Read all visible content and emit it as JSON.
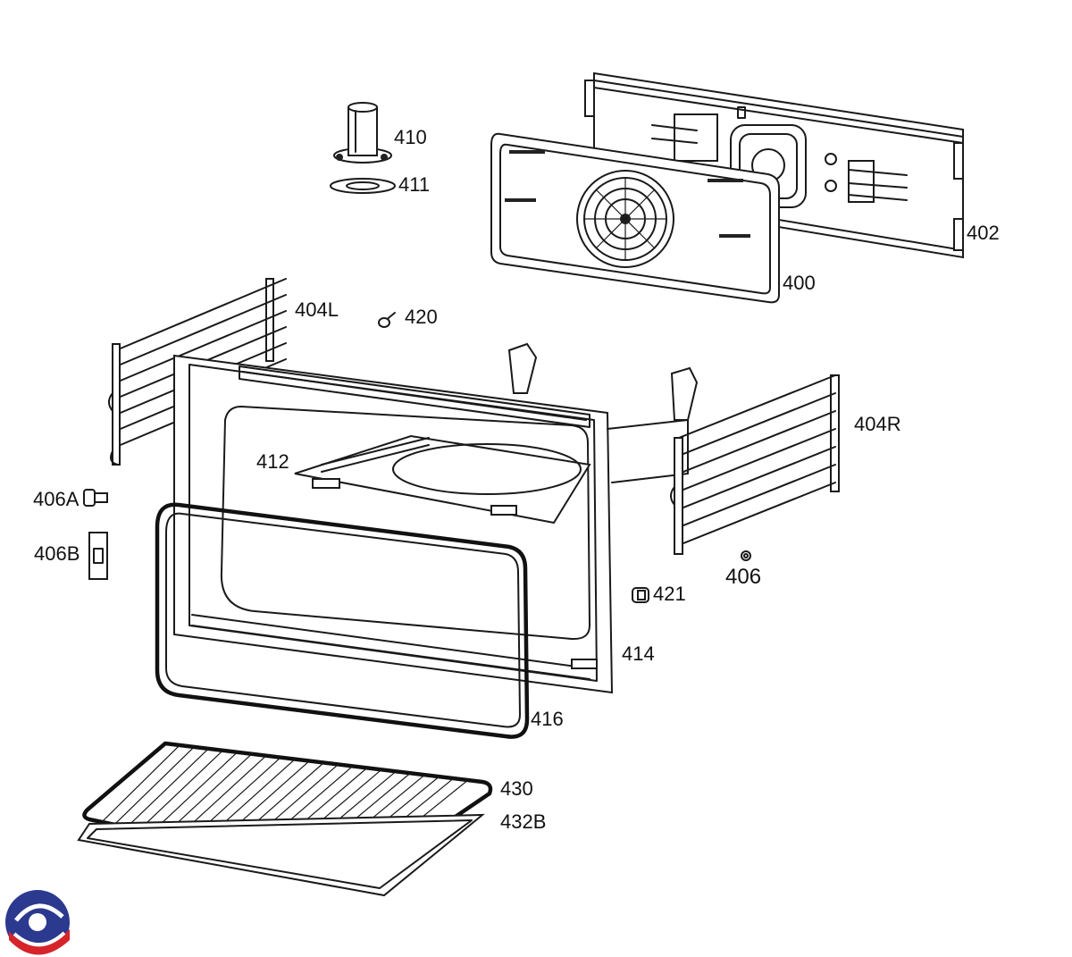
{
  "diagram": {
    "brand_colors": {
      "blue": "#2b3a8f",
      "red": "#d6242a"
    },
    "parts": [
      {
        "id": "400",
        "label": "400",
        "icon": "fan-cover-panel"
      },
      {
        "id": "402",
        "label": "402",
        "icon": "rear-wall-panel"
      },
      {
        "id": "404L",
        "label": "404L",
        "icon": "left-shelf-support"
      },
      {
        "id": "404R",
        "label": "404R",
        "icon": "right-shelf-support"
      },
      {
        "id": "406",
        "label": "406",
        "icon": "nut"
      },
      {
        "id": "406A",
        "label": "406A",
        "icon": "screw"
      },
      {
        "id": "406B",
        "label": "406B",
        "icon": "bracket"
      },
      {
        "id": "410",
        "label": "410",
        "icon": "lamp-housing"
      },
      {
        "id": "411",
        "label": "411",
        "icon": "gasket-ring"
      },
      {
        "id": "412",
        "label": "412",
        "icon": "bottom-heater"
      },
      {
        "id": "414",
        "label": "414",
        "icon": "oven-cavity"
      },
      {
        "id": "416",
        "label": "416",
        "icon": "door-seal"
      },
      {
        "id": "420",
        "label": "420",
        "icon": "screw"
      },
      {
        "id": "421",
        "label": "421",
        "icon": "plug"
      },
      {
        "id": "430",
        "label": "430",
        "icon": "wire-rack"
      },
      {
        "id": "432B",
        "label": "432B",
        "icon": "baking-tray"
      }
    ]
  }
}
